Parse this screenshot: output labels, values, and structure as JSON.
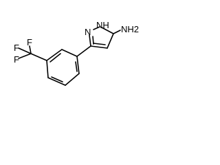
{
  "molecule": {
    "atoms": {
      "nh": "NH",
      "n": "N",
      "nh2": "NH2",
      "fluorine_top": "F",
      "fluorine_mid": "F",
      "fluorine_left": "F"
    },
    "colors": {
      "bond": "#000000",
      "text": "#000000",
      "background": "#ffffff"
    }
  }
}
